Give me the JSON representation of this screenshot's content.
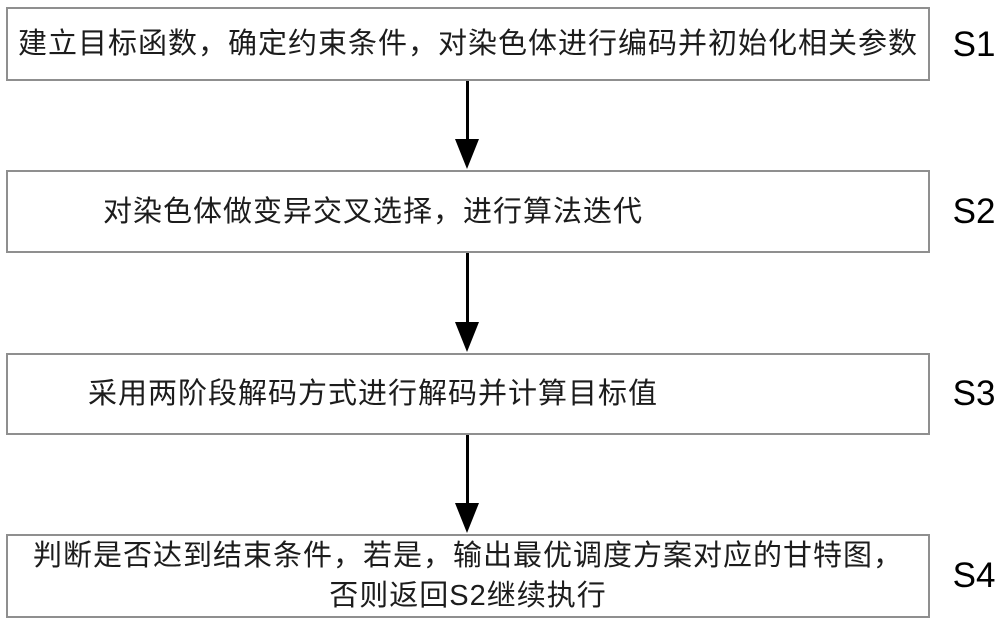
{
  "flowchart": {
    "title": "genetic-algorithm-scheduling-flowchart",
    "colors": {
      "background": "#ffffff",
      "box_border": "#8f8f8f",
      "box_fill": "#ffffff",
      "text": "#1c1c1c",
      "arrow": "#000000"
    },
    "steps": [
      {
        "label": "S1",
        "text": "建立目标函数，确定约束条件，对染色体进行编码并初始化相关参数"
      },
      {
        "label": "S2",
        "text": "对染色体做变异交叉选择，进行算法迭代"
      },
      {
        "label": "S3",
        "text": "采用两阶段解码方式进行解码并计算目标值"
      },
      {
        "label": "S4",
        "text": "判断是否达到结束条件，若是，输出最优调度方案对应的甘特图，否则返回S2继续执行"
      }
    ]
  }
}
